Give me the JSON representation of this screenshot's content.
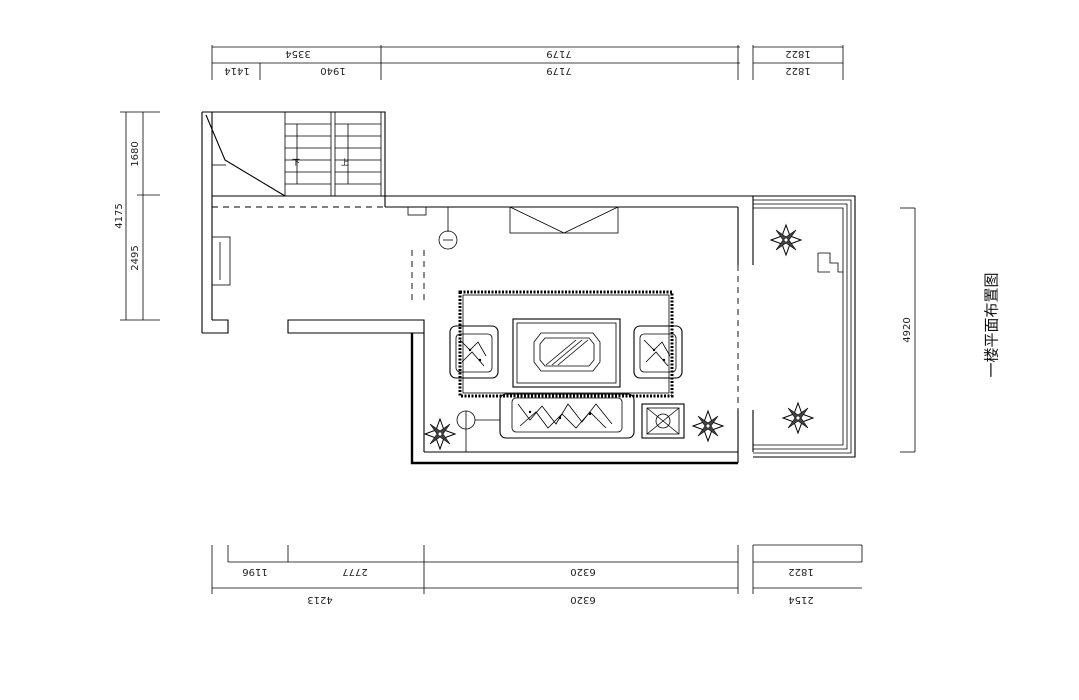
{
  "title": "一楼平面布置图",
  "dimensions": {
    "top_outer": [
      "3354",
      "7179",
      "1822"
    ],
    "top_inner": [
      "1414",
      "1940",
      "7179",
      "1822"
    ],
    "left_outer": [
      "4175"
    ],
    "left_inner": [
      "1680",
      "2495"
    ],
    "right": [
      "4920"
    ],
    "bottom_inner": [
      "1196",
      "2777",
      "6320",
      "1822"
    ],
    "bottom_outer": [
      "4213",
      "6320",
      "2154"
    ]
  },
  "stair_labels": [
    "下",
    "上"
  ]
}
